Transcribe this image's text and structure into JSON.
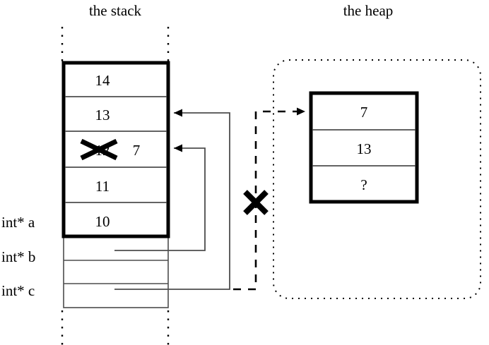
{
  "figure": {
    "stack_title": "the stack",
    "heap_title": "the heap"
  },
  "stack": {
    "cells": [
      {
        "value": "14",
        "struck": false,
        "annotation": ""
      },
      {
        "value": "13",
        "struck": false,
        "annotation": ""
      },
      {
        "value": "12",
        "struck": true,
        "annotation": "7"
      },
      {
        "value": "11",
        "struck": false,
        "annotation": ""
      },
      {
        "value": "10",
        "struck": false,
        "annotation": ""
      }
    ],
    "variables": [
      {
        "label": "int* a",
        "points_to": ""
      },
      {
        "label": "int* b",
        "points_to": "stack-cell-12"
      },
      {
        "label": "int* c",
        "points_to": "stack-cell-13"
      }
    ]
  },
  "heap": {
    "cells": [
      {
        "value": "7"
      },
      {
        "value": "13"
      },
      {
        "value": "?"
      }
    ]
  },
  "marks": {
    "struck_value_mark": "x-cross",
    "broken_link_mark": "x-cross"
  },
  "colors": {
    "ink": "#000000",
    "background": "#ffffff",
    "thin_line": "#4d4d4d"
  }
}
